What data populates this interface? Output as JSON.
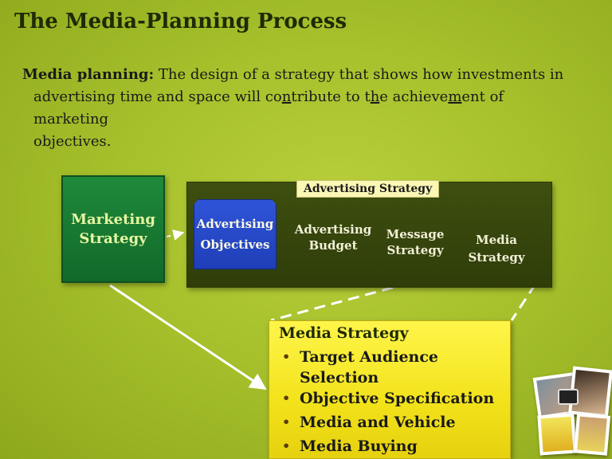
{
  "title": "The Media-Planning Process",
  "definition": {
    "term": "Media planning:",
    "line1": "The design of a strategy that shows how investments in",
    "line2_a": "advertising time and space will co",
    "line2_b": "n",
    "line2_c": "tribute to t",
    "line2_d": "h",
    "line2_e": "e achieve",
    "line2_f": "m",
    "line2_g": "ent of marketing",
    "line3": "objectives."
  },
  "marketing_strategy": {
    "line1": "Marketing",
    "line2": "Strategy"
  },
  "advertising_strategy": {
    "label": "Advertising Strategy",
    "objectives": {
      "line1": "Advertising",
      "line2": "Objectives"
    },
    "budget": {
      "line1": "Advertising",
      "line2": "Budget"
    },
    "message": {
      "line1": "Message",
      "line2": "Strategy"
    },
    "media": {
      "line1": "Media",
      "line2": "Strategy"
    }
  },
  "media_strategy": {
    "title": "Media Strategy",
    "items": [
      "Target Audience Selection",
      "Objective Specification",
      "Media and Vehicle",
      "Media Buying"
    ]
  },
  "colors": {
    "background": "#a6c12c",
    "marketing_box": "#1f8a3a",
    "advertising_panel": "#3e4f10",
    "objectives_box": "#2f55d8",
    "media_strategy_box": "#fff54a",
    "label_bg": "#fbf7b5"
  }
}
